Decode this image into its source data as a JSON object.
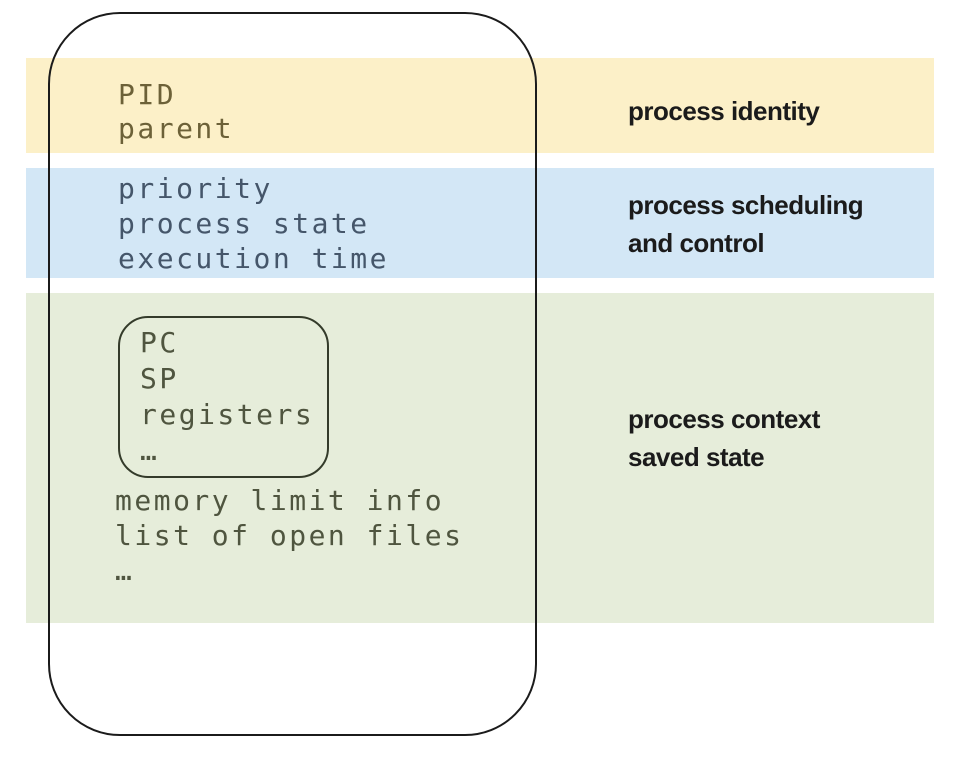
{
  "colors": {
    "identity_bg": "#fcf0c8",
    "scheduling_bg": "#d3e7f6",
    "context_bg": "#e6edda",
    "identity_text": "#6c6138",
    "scheduling_text": "#45566a",
    "context_text": "#4f553f",
    "label_text": "#1b1b1b",
    "outline": "#1b1b1b",
    "inner_outline": "#343b2a"
  },
  "pcb": {
    "identity": {
      "fields": [
        "PID",
        "parent"
      ],
      "label": "process identity"
    },
    "scheduling": {
      "fields": [
        "priority",
        "process state",
        "execution time"
      ],
      "label_lines": [
        "process scheduling",
        "and control"
      ]
    },
    "context": {
      "register_fields": [
        "PC",
        "SP",
        "registers",
        "…"
      ],
      "fields": [
        "memory limit info",
        "list of open files",
        "…"
      ],
      "label_lines": [
        "process context",
        "saved state"
      ]
    }
  }
}
